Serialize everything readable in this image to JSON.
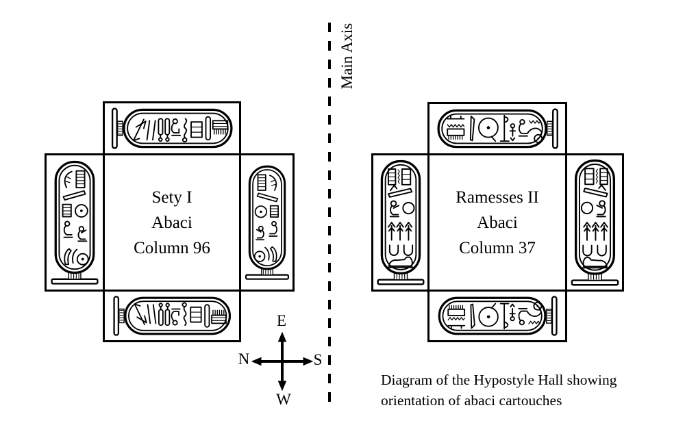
{
  "figure": {
    "main_axis_label": "Main Axis",
    "caption_line1": "Diagram of the Hypostyle Hall showing",
    "caption_line2": "orientation of abaci cartouches"
  },
  "sety_diagram": {
    "title_line1": "Sety I",
    "title_line2": "Abaci",
    "title_line3": "Column 96"
  },
  "ramesses_diagram": {
    "title_line1": "Ramesses II",
    "title_line2": "Abaci",
    "title_line3": "Column 37"
  },
  "compass": {
    "east": "E",
    "west": "W",
    "north": "N",
    "south": "S"
  },
  "colors": {
    "ink": "#000000",
    "background": "#ffffff"
  }
}
